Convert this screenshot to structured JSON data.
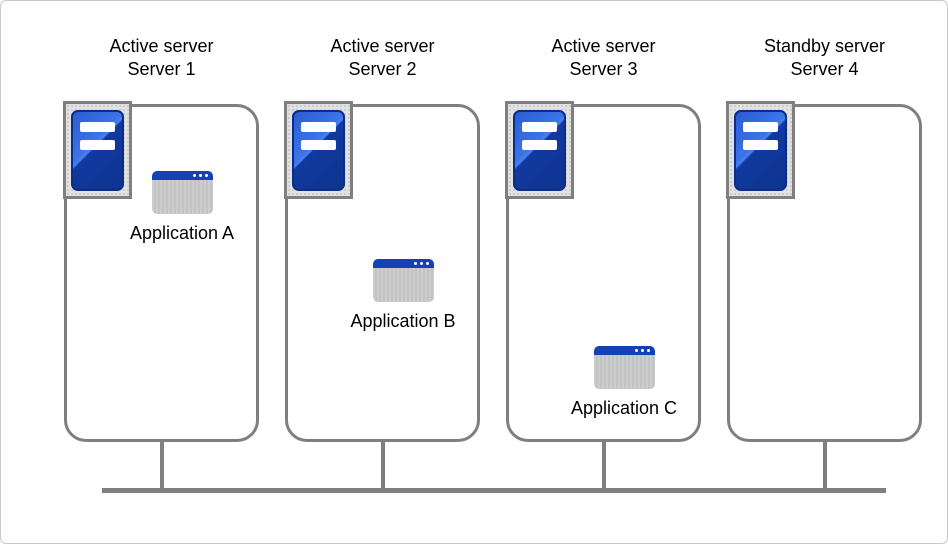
{
  "servers": [
    {
      "role": "Active server",
      "name": "Server 1",
      "application": "Application A"
    },
    {
      "role": "Active server",
      "name": "Server 2",
      "application": "Application B"
    },
    {
      "role": "Active server",
      "name": "Server 3",
      "application": "Application C"
    },
    {
      "role": "Standby server",
      "name": "Server 4",
      "application": null
    }
  ],
  "colors": {
    "outline_gray": "#7f7f7f",
    "canvas_border": "#c9c9c9",
    "tower_blue_light": "#3d74e9",
    "tower_blue_dark": "#0d348f",
    "tower_border_navy": "#0a2d85",
    "icon_frame_bg": "#e2e2e2",
    "app_titlebar_blue": "#1243b5",
    "app_body_gray": "#c9c9c9",
    "text": "#000000"
  }
}
